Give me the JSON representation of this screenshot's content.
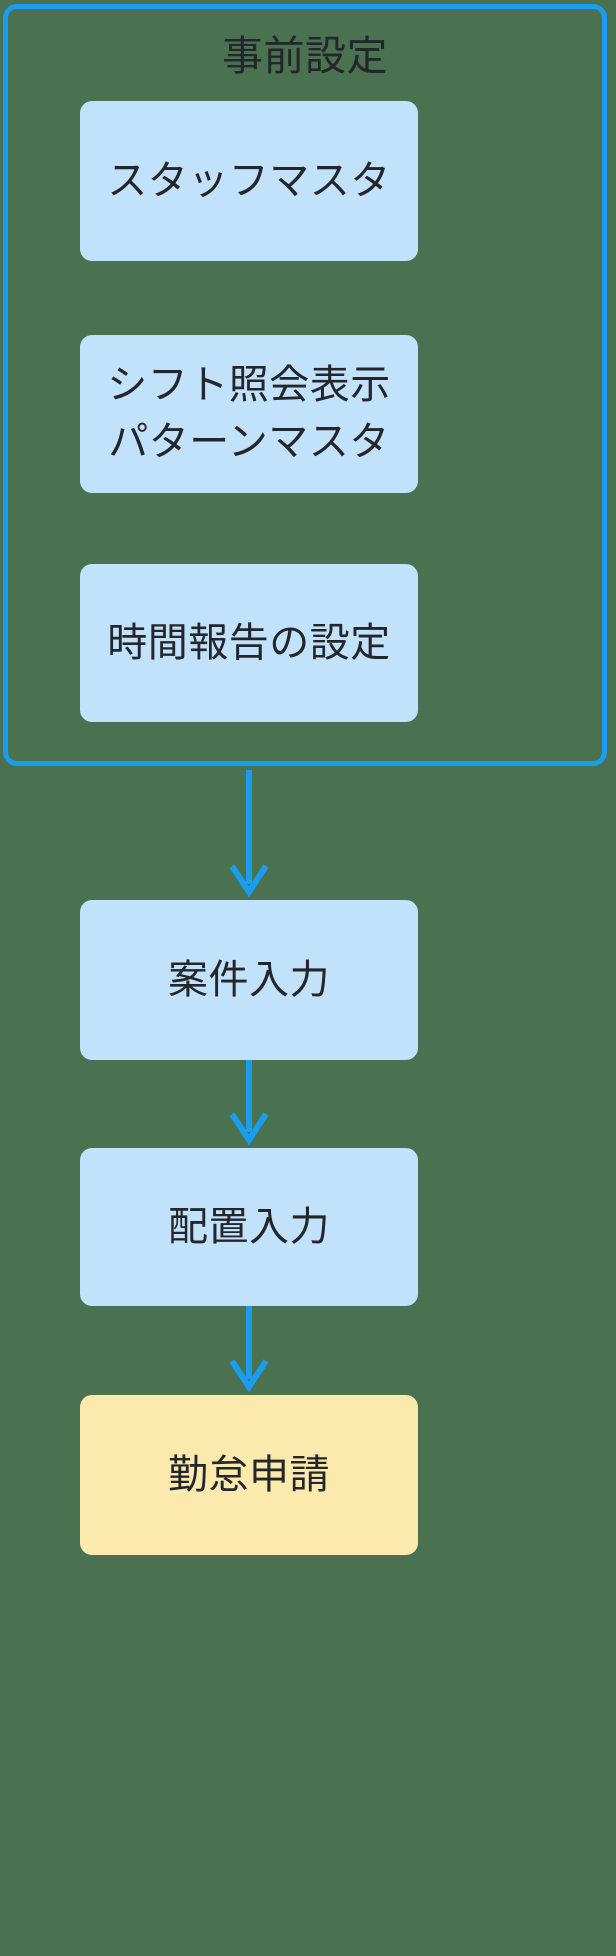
{
  "diagram": {
    "title": "事前設定",
    "background_color": "#4a7150",
    "group": {
      "label": "事前設定",
      "border_color": "#1a9cf0",
      "nodes": [
        {
          "id": "staff-master",
          "label": "スタッフマスタ",
          "fill": "#c2e2fc"
        },
        {
          "id": "shift-pattern",
          "label": "シフト照会表示\nパターンマスタ",
          "fill": "#c2e2fc"
        },
        {
          "id": "time-report",
          "label": "時間報告の設定",
          "fill": "#c2e2fc"
        }
      ]
    },
    "flow_nodes": [
      {
        "id": "case-input",
        "label": "案件入力",
        "fill": "#c2e2fc"
      },
      {
        "id": "assign-input",
        "label": "配置入力",
        "fill": "#c2e2fc"
      },
      {
        "id": "attendance-req",
        "label": "勤怠申請",
        "fill": "#fce9ad"
      }
    ],
    "connectors": [
      {
        "from": "事前設定",
        "to": "案件入力",
        "color": "#1a9cf0"
      },
      {
        "from": "案件入力",
        "to": "配置入力",
        "color": "#1a9cf0"
      },
      {
        "from": "配置入力",
        "to": "勤怠申請",
        "color": "#1a9cf0"
      }
    ]
  }
}
